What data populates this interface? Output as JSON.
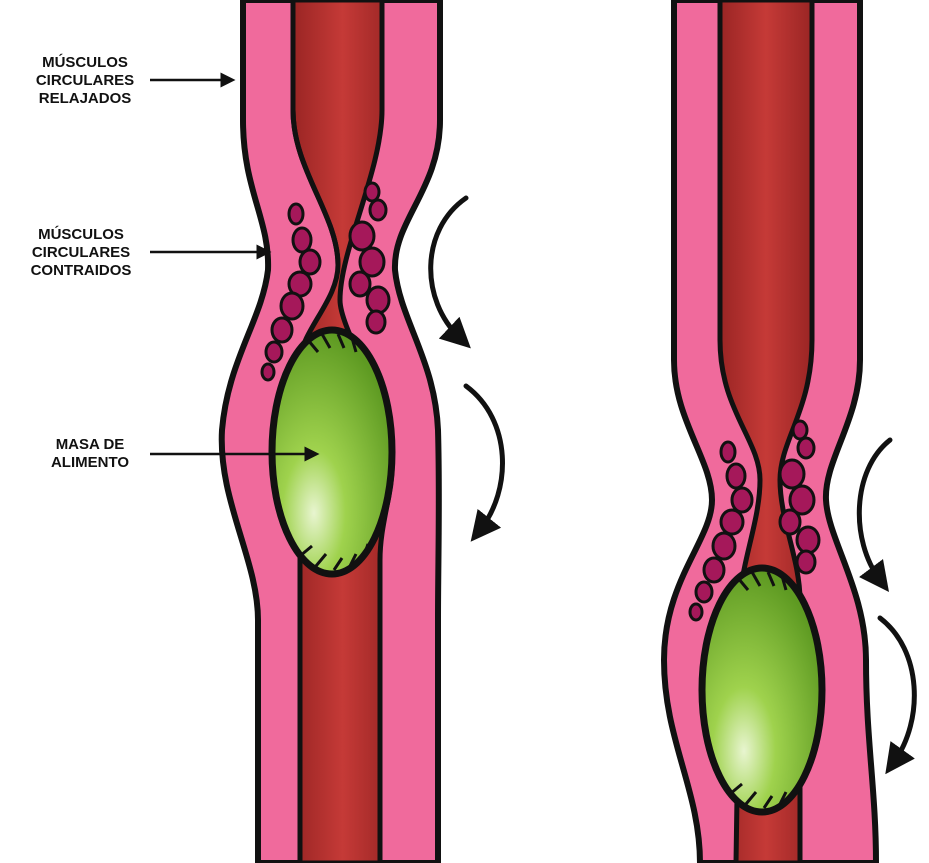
{
  "labels": {
    "relaxed": [
      "MÚSCULOS",
      "CIRCULARES",
      "RELAJADOS"
    ],
    "contracted": [
      "MÚSCULOS",
      "CIRCULARES",
      "CONTRAIDOS"
    ],
    "food": [
      "MASA DE",
      "ALIMENTO"
    ]
  },
  "colors": {
    "muscle_wall": "#f06a9c",
    "lumen": "#b3302f",
    "food_bolus": "#8cc63f",
    "contracted_muscle": "#a5185a",
    "outline": "#111111"
  },
  "icons": [
    "down-arrow-icon"
  ]
}
